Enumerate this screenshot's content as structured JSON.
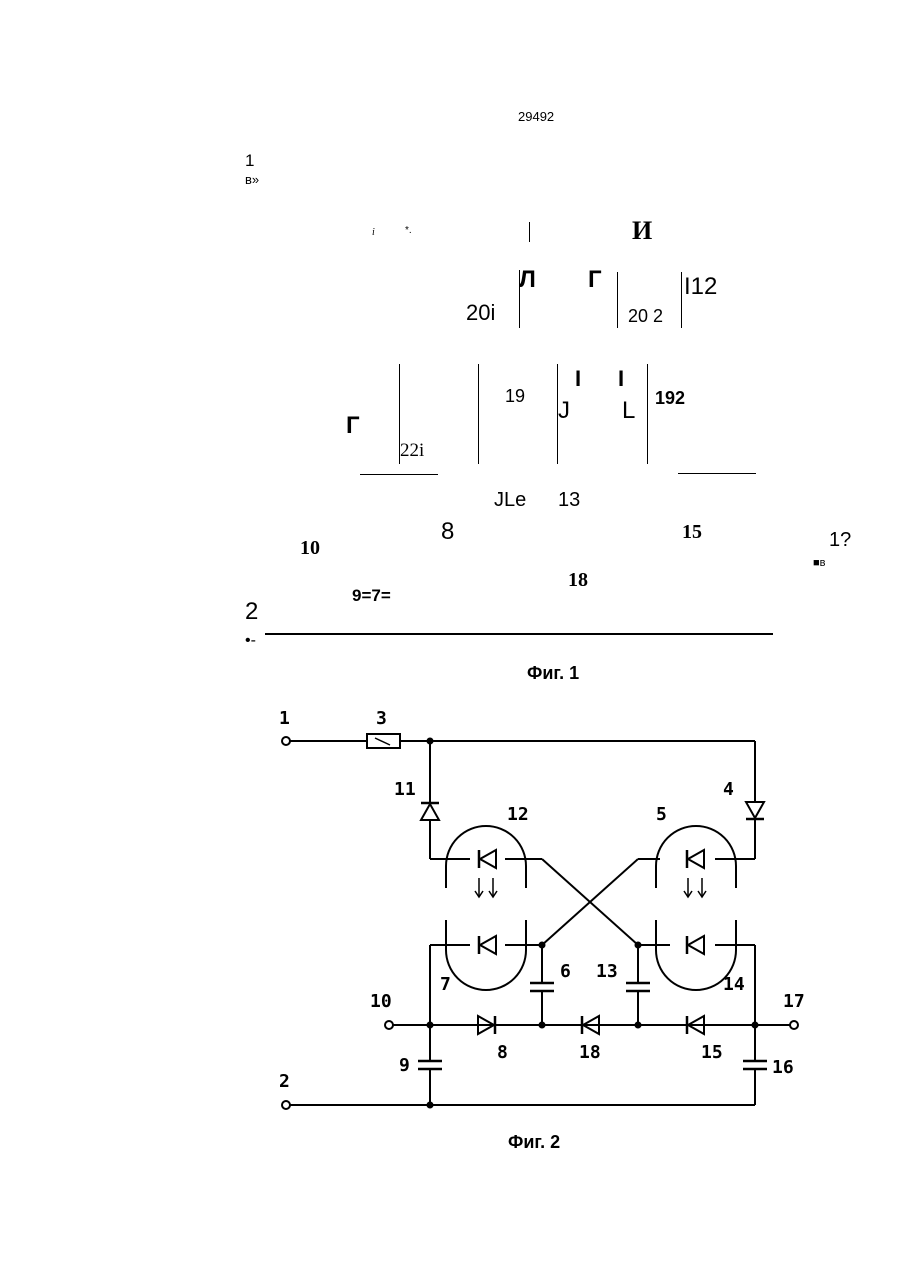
{
  "page": {
    "number": "29492"
  },
  "fig1": {
    "caption": "Фиг. 1",
    "labels": {
      "a": "1",
      "b": "в»",
      "c": "i",
      "d": "*.",
      "e": "И",
      "f": "Л",
      "g": "Г",
      "h": "I12",
      "i": "20i",
      "j": "20 2",
      "k": "I",
      "l": "I",
      "m": "19",
      "n": "J",
      "o": "L",
      "p": "192",
      "q": "Г",
      "r": "22i",
      "s": "JLe",
      "t": "13",
      "u": "8",
      "v": "15",
      "w": "10",
      "x": "1?",
      "y": "■в",
      "z": "18",
      "aa": "9=7=",
      "ab": "2",
      "ac": "•-"
    }
  },
  "fig2": {
    "caption": "Фиг. 2",
    "labels": {
      "n1": "1",
      "n3": "3",
      "n11": "11",
      "n12": "12",
      "n5": "5",
      "n4": "4",
      "n7": "7",
      "n6": "6",
      "n13": "13",
      "n14": "14",
      "n10": "10",
      "n17": "17",
      "n8": "8",
      "n18": "18",
      "n15": "15",
      "n9": "9",
      "n16": "16",
      "n2": "2"
    }
  }
}
